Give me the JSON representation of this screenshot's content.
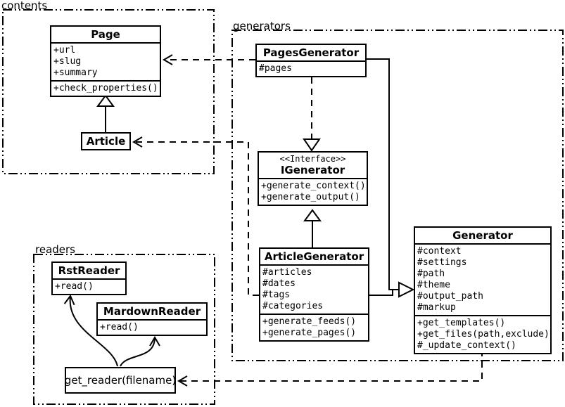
{
  "diagram": {
    "title": "UML class diagram",
    "colors": {
      "line": "#000000",
      "background": "#ffffff"
    },
    "packages": {
      "contents": {
        "label": "contents"
      },
      "generators": {
        "label": "generators"
      },
      "readers": {
        "label": "readers"
      }
    },
    "classes": {
      "page": {
        "name": "Page",
        "attributes": [
          "+url",
          "+slug",
          "+summary"
        ],
        "methods": [
          "+check_properties()"
        ]
      },
      "article": {
        "name": "Article"
      },
      "pages_generator": {
        "name": "PagesGenerator",
        "attributes": [
          "#pages"
        ]
      },
      "igenerator": {
        "stereotype": "<<Interface>>",
        "name": "IGenerator",
        "methods": [
          "+generate_context()",
          "+generate_output()"
        ]
      },
      "article_generator": {
        "name": "ArticleGenerator",
        "attributes": [
          "#articles",
          "#dates",
          "#tags",
          "#categories"
        ],
        "methods": [
          "+generate_feeds()",
          "+generate_pages()"
        ]
      },
      "generator": {
        "name": "Generator",
        "attributes": [
          "#context",
          "#settings",
          "#path",
          "#theme",
          "#output_path",
          "#markup"
        ],
        "methods": [
          "+get_templates()",
          "+get_files(path,exclude)",
          "#_update_context()"
        ]
      },
      "rst_reader": {
        "name": "RstReader",
        "methods": [
          "+read()"
        ]
      },
      "mardown_reader": {
        "name": "MardownReader",
        "methods": [
          "+read()"
        ]
      },
      "get_reader": {
        "label": "get_reader(filename)"
      }
    },
    "relationships": [
      {
        "from": "Article",
        "to": "Page",
        "type": "generalization"
      },
      {
        "from": "PagesGenerator",
        "to": "IGenerator",
        "type": "realization"
      },
      {
        "from": "ArticleGenerator",
        "to": "IGenerator",
        "type": "generalization"
      },
      {
        "from": "PagesGenerator",
        "to": "Generator",
        "type": "generalization"
      },
      {
        "from": "ArticleGenerator",
        "to": "Generator",
        "type": "generalization"
      },
      {
        "from": "PagesGenerator",
        "to": "Page",
        "type": "dependency"
      },
      {
        "from": "ArticleGenerator",
        "to": "Article",
        "type": "dependency"
      },
      {
        "from": "Generator",
        "to": "get_reader(filename)",
        "type": "dependency"
      },
      {
        "from": "get_reader(filename)",
        "to": "RstReader",
        "type": "dependency"
      },
      {
        "from": "get_reader(filename)",
        "to": "MardownReader",
        "type": "dependency"
      }
    ]
  }
}
